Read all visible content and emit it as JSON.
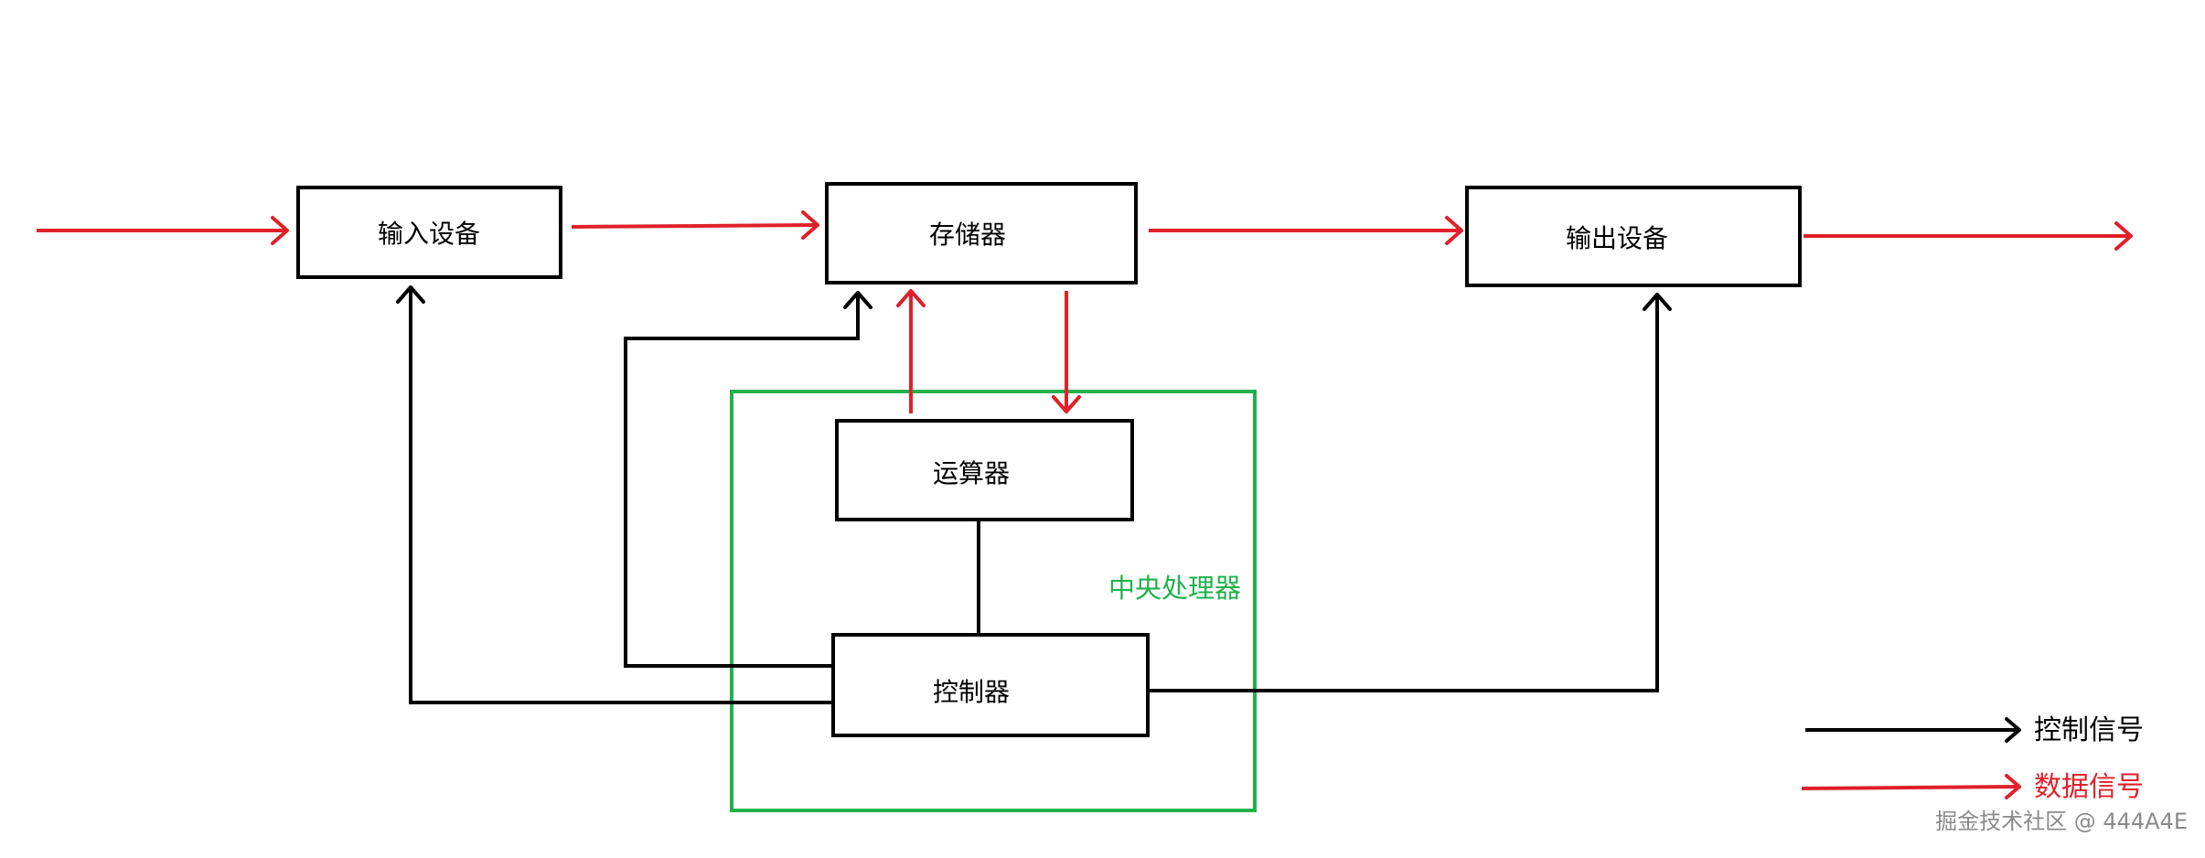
{
  "nodes": {
    "input_device": "输入设备",
    "memory": "存储器",
    "output_device": "输出设备",
    "alu": "运算器",
    "controller": "控制器"
  },
  "cpu_group": {
    "label": "中央处理器",
    "color": "#22b14c"
  },
  "legend": {
    "control_signal": "控制信号",
    "data_signal": "数据信号"
  },
  "colors": {
    "control_line": "#000000",
    "data_line": "#e0202a",
    "cpu_border": "#22b14c"
  },
  "watermark": "掘金技术社区 @ 444A4E"
}
